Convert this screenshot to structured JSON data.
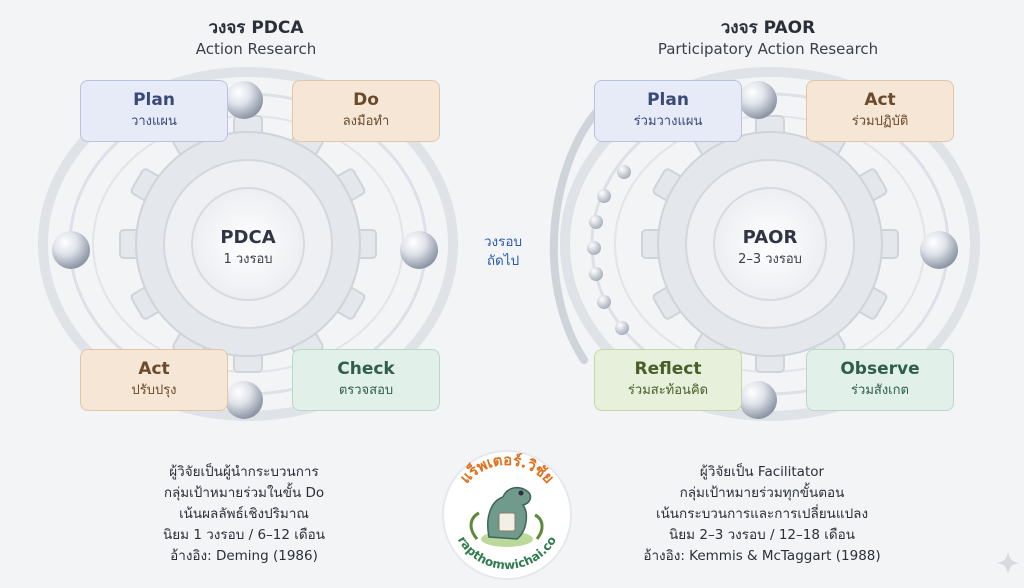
{
  "left": {
    "title": "วงจร PDCA",
    "subtitle": "Action Research",
    "center": {
      "main": "PDCA",
      "sub": "1 วงรอบ"
    },
    "boxes": {
      "plan": {
        "name": "Plan",
        "sub": "วางแผน"
      },
      "do": {
        "name": "Do",
        "sub": "ลงมือทำ"
      },
      "act": {
        "name": "Act",
        "sub": "ปรับปรุง"
      },
      "check": {
        "name": "Check",
        "sub": "ตรวจสอบ"
      }
    },
    "description": [
      "ผู้วิจัยเป็นผู้นำกระบวนการ",
      "กลุ่มเป้าหมายร่วมในขั้น Do",
      "เน้นผลลัพธ์เชิงปริมาณ",
      "นิยม 1 วงรอบ / 6–12 เดือน",
      "อ้างอิง: Deming (1986)"
    ]
  },
  "right": {
    "title": "วงจร PAOR",
    "subtitle": "Participatory Action Research",
    "center": {
      "main": "PAOR",
      "sub": "2–3 วงรอบ"
    },
    "boxes": {
      "plan": {
        "name": "Plan",
        "sub": "ร่วมวางแผน"
      },
      "act": {
        "name": "Act",
        "sub": "ร่วมปฏิบัติ"
      },
      "reflect": {
        "name": "Reflect",
        "sub": "ร่วมสะท้อนคิด"
      },
      "observe": {
        "name": "Observe",
        "sub": "ร่วมสังเกต"
      }
    },
    "description": [
      "ผู้วิจัยเป็น Facilitator",
      "กลุ่มเป้าหมายร่วมทุกขั้นตอน",
      "เน้นกระบวนการและการเปลี่ยนแปลง",
      "นิยม 2–3 วงรอบ / 12–18 เดือน",
      "อ้างอิง: Kemmis & McTaggart (1988)"
    ]
  },
  "between_label": [
    "วงรอบ",
    "ถัดไป"
  ],
  "logo": {
    "top_text": "แร็พเตอร์.วิชัย",
    "bottom_text": "rapthomwichai.co"
  },
  "colors": {
    "blue_box": "#e6ebf7",
    "orange_box": "#f6e6d6",
    "green_box": "#e1f1ea",
    "lime_box": "#e6f0db",
    "accent_blue": "#2d5bb5",
    "logo_orange": "#e0701e",
    "logo_green": "#2e7d4f"
  }
}
